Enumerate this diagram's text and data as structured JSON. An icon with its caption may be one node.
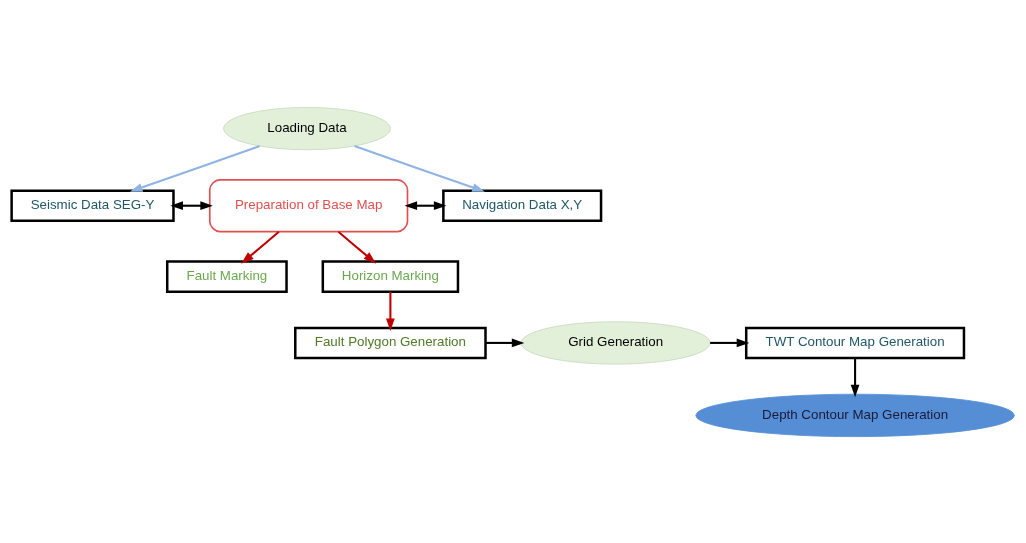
{
  "diagram": {
    "nodes": [
      {
        "text": [
          "Loading Data"
        ]
      },
      {
        "text": [
          "Seismic Data SEG-Y"
        ]
      },
      {
        "text": [
          "Preparation of Base Map"
        ]
      },
      {
        "text": [
          "Navigation Data X,Y"
        ]
      },
      {
        "text": [
          "Fault Marking"
        ]
      },
      {
        "text": [
          "Horizon Marking"
        ]
      },
      {
        "text": [
          "Grid Generation"
        ]
      },
      {
        "text": [
          "Fault Polygon Generation"
        ]
      },
      {
        "text": [
          "TWT Contour Map Generation"
        ]
      },
      {
        "text": [
          "Depth Contour Map Generation"
        ]
      }
    ],
    "edges": [
      {
        "from": 0,
        "to": 1,
        "arrow": "to",
        "color": "#8eb4e3"
      },
      {
        "from": 0,
        "to": 3,
        "arrow": "to",
        "color": "#8eb4e3"
      },
      {
        "from": 1,
        "to": 2,
        "arrow": "both"
      },
      {
        "from": 2,
        "to": 3,
        "arrow": "both"
      },
      {
        "from": 2,
        "to": 4,
        "arrow": "to",
        "color": "#c00000"
      },
      {
        "from": 2,
        "to": 5,
        "arrow": "to",
        "color": "#c00000"
      },
      {
        "from": 5,
        "to": 7,
        "arrow": "to",
        "color": "#c00000"
      },
      {
        "from": 7,
        "to": 6,
        "arrow": "to"
      },
      {
        "from": 6,
        "to": 8,
        "arrow": "to"
      },
      {
        "from": 8,
        "to": 9,
        "arrow": "to"
      }
    ]
  }
}
